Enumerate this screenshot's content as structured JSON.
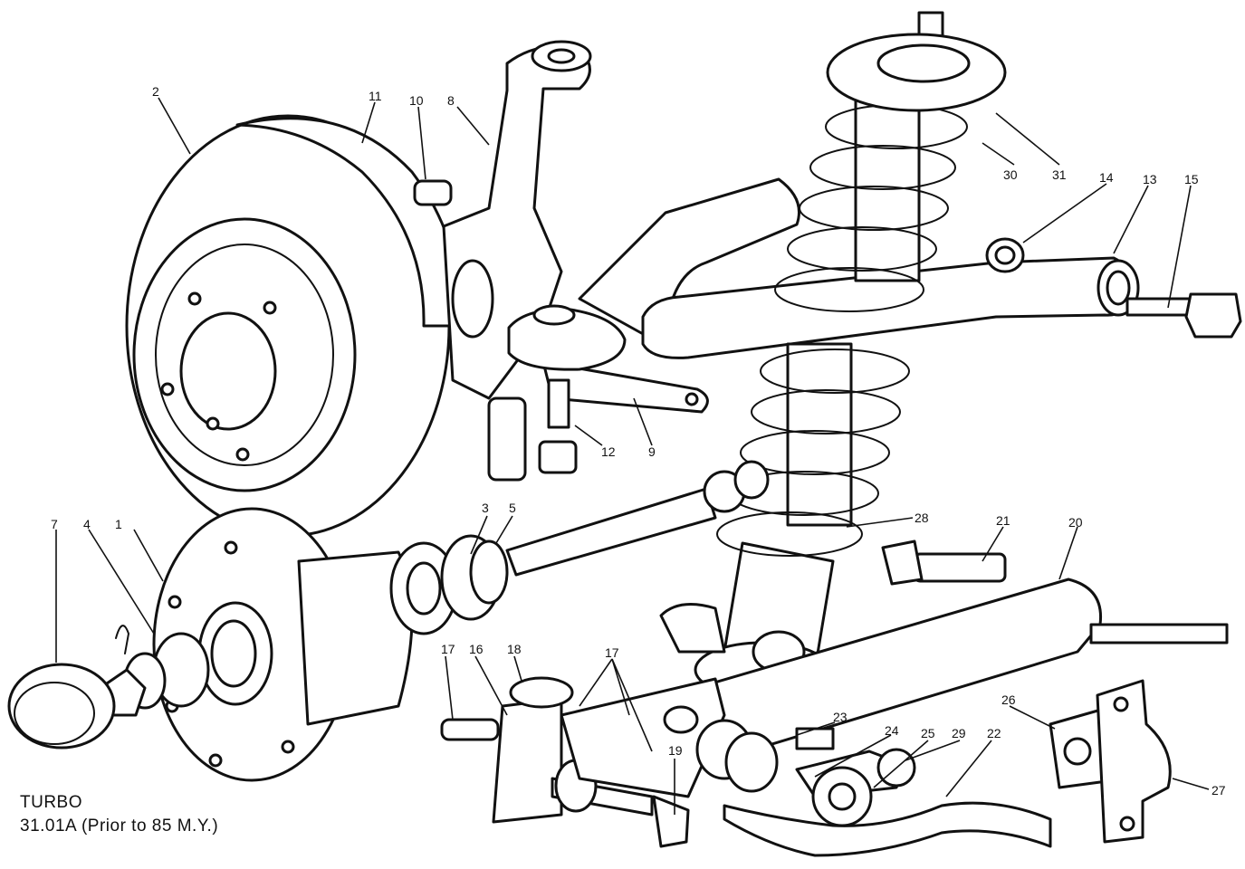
{
  "caption": {
    "line1": "TURBO",
    "line2": "31.01A (Prior to 85 M.Y.)"
  },
  "callouts": {
    "c1": "1",
    "c2": "2",
    "c3": "3",
    "c4": "4",
    "c5": "5",
    "c7": "7",
    "c8": "8",
    "c9": "9",
    "c10": "10",
    "c11": "11",
    "c12": "12",
    "c13": "13",
    "c14": "14",
    "c15": "15",
    "c16": "16",
    "c17a": "17",
    "c17b": "17",
    "c18": "18",
    "c19": "19",
    "c20": "20",
    "c21": "21",
    "c22": "22",
    "c23": "23",
    "c24": "24",
    "c25": "25",
    "c26": "26",
    "c27": "27",
    "c28": "28",
    "c29": "29",
    "c30": "30",
    "c31": "31"
  }
}
